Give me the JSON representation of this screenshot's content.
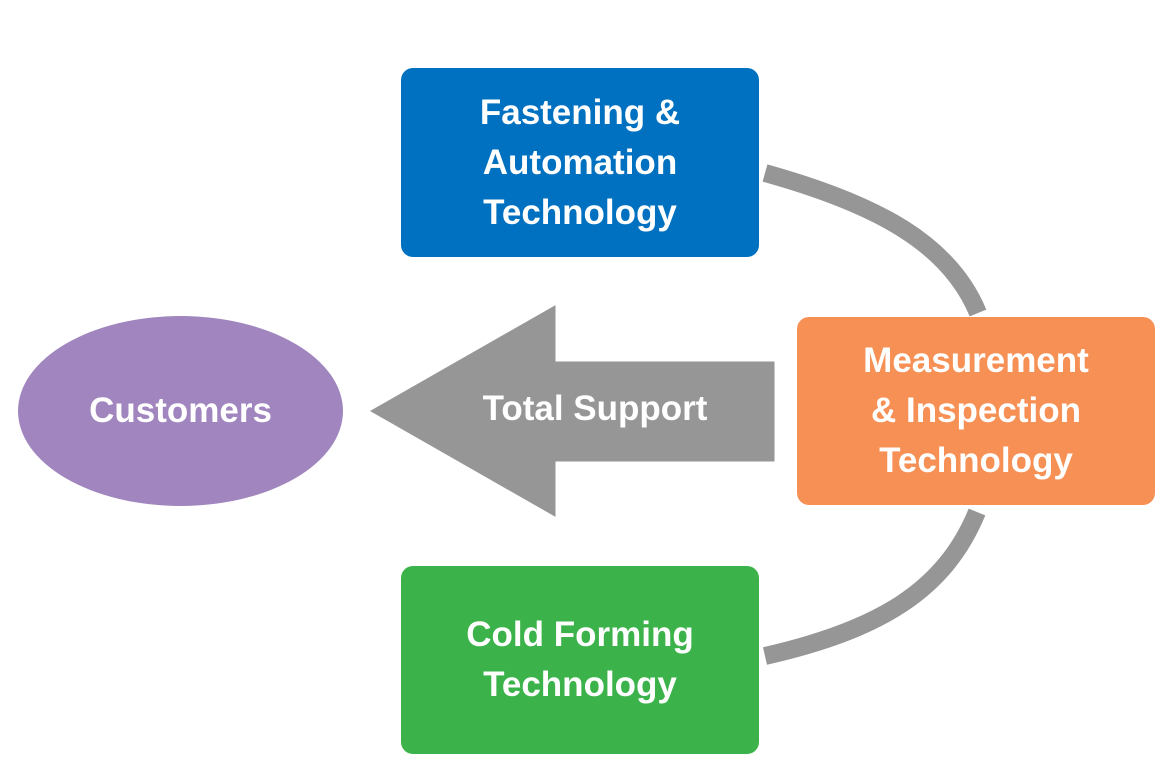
{
  "nodes": {
    "fastening": {
      "label": "Fastening &\nAutomation\nTechnology",
      "color": "#0070C0"
    },
    "measurement": {
      "label": "Measurement\n& Inspection\nTechnology",
      "color": "#F79055"
    },
    "cold_forming": {
      "label": "Cold Forming\nTechnology",
      "color": "#3BB34A"
    },
    "customers": {
      "label": "Customers",
      "color": "#A085BE"
    }
  },
  "arrow": {
    "label": "Total Support",
    "color": "#969696"
  },
  "connector_color": "#969696"
}
